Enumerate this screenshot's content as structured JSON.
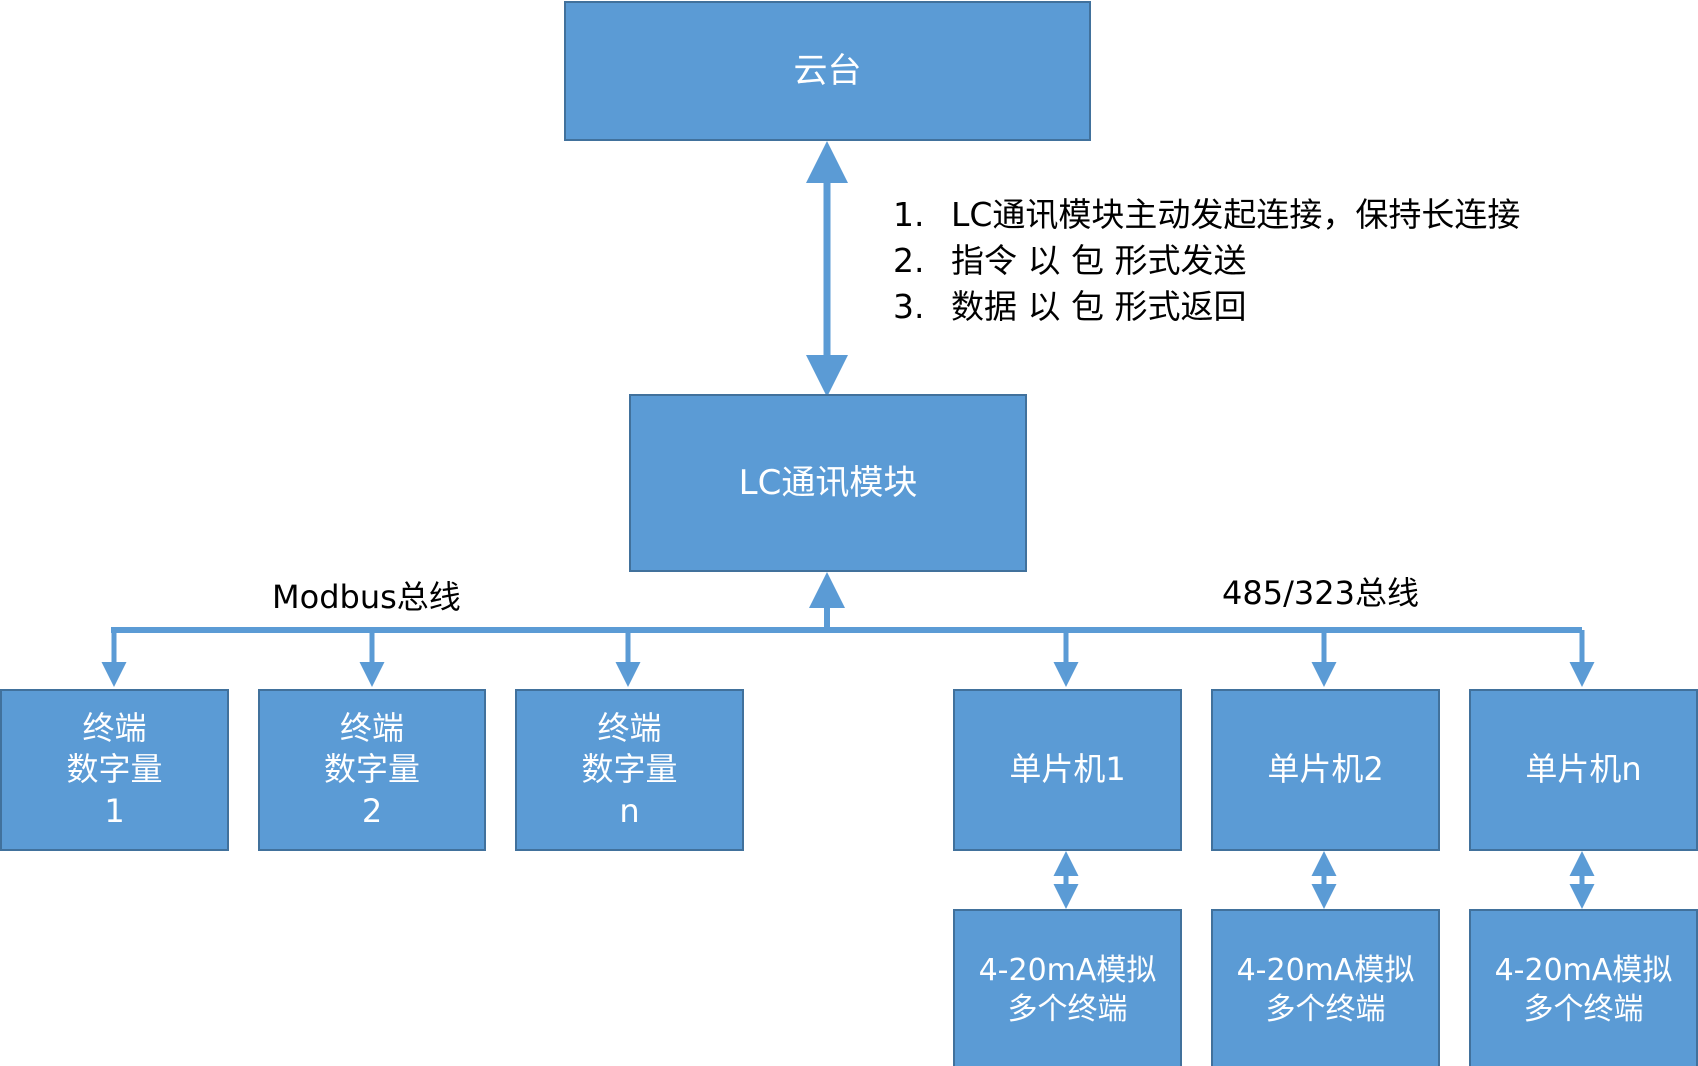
{
  "nodes": {
    "cloud": "云台",
    "lc_module": "LC通讯模块",
    "terminal_1": [
      "终端",
      "数字量",
      "1"
    ],
    "terminal_2": [
      "终端",
      "数字量",
      "2"
    ],
    "terminal_n": [
      "终端",
      "数字量",
      "n"
    ],
    "mcu_1": "单片机1",
    "mcu_2": "单片机2",
    "mcu_n": "单片机n",
    "analog_1": [
      "4-20mA模拟",
      "多个终端"
    ],
    "analog_2": [
      "4-20mA模拟",
      "多个终端"
    ],
    "analog_n": [
      "4-20mA模拟",
      "多个终端"
    ]
  },
  "bus_labels": {
    "modbus": "Modbus总线",
    "rs485": "485/323总线"
  },
  "notes": [
    {
      "num": "1.",
      "text": "LC通讯模块主动发起连接，保持长连接"
    },
    {
      "num": "2.",
      "text": "指令 以 包 形式发送"
    },
    {
      "num": "3.",
      "text": "数据 以 包 形式返回"
    }
  ],
  "colors": {
    "box_fill": "#5b9bd5",
    "box_border": "#41719c",
    "connector": "#5b9bd5",
    "box_text": "#ffffff"
  }
}
